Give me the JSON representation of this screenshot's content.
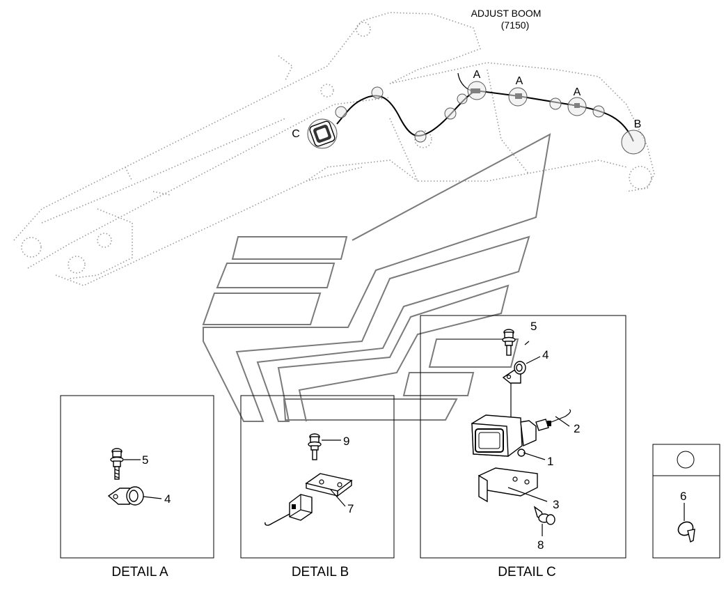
{
  "title": {
    "line1": "ADJUST BOOM",
    "line2": "(7150)"
  },
  "callouts": {
    "a1": "A",
    "a2": "A",
    "a3": "A",
    "b": "B",
    "c": "C"
  },
  "details": {
    "a": {
      "label": "DETAIL  A",
      "parts": {
        "p5": "5",
        "p4": "4"
      }
    },
    "b": {
      "label": "DETAIL  B",
      "parts": {
        "p9": "9",
        "p7": "7"
      }
    },
    "c": {
      "label": "DETAIL  C",
      "parts": {
        "p5": "5",
        "p4": "4",
        "p2": "2",
        "p1": "1",
        "p3": "3",
        "p8": "8"
      }
    }
  },
  "side_panel": {
    "part": "6"
  }
}
